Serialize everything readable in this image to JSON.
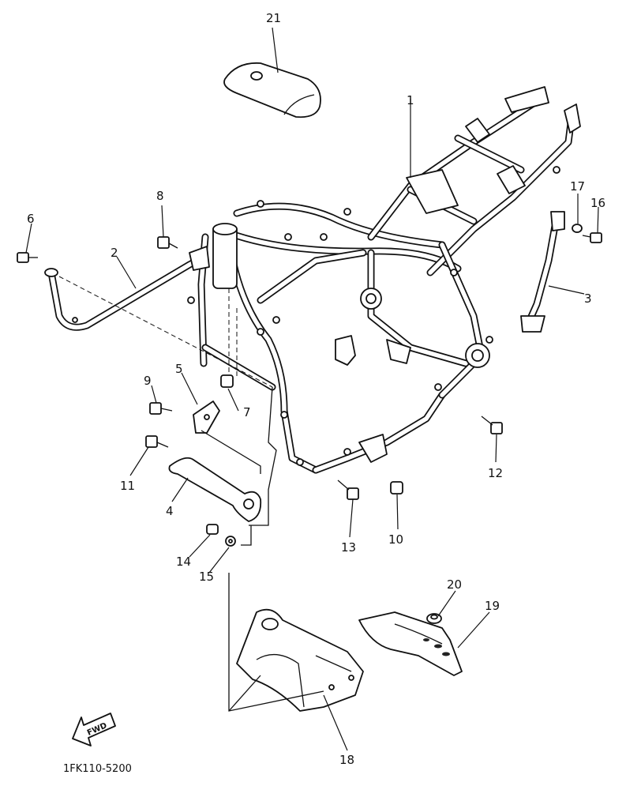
{
  "diagram": {
    "part_code": "1FK110-5200",
    "fwd_label": "FWD",
    "callouts": [
      "1",
      "2",
      "3",
      "4",
      "5",
      "6",
      "7",
      "8",
      "9",
      "10",
      "11",
      "12",
      "13",
      "14",
      "15",
      "16",
      "17",
      "18",
      "19",
      "20",
      "21"
    ]
  }
}
